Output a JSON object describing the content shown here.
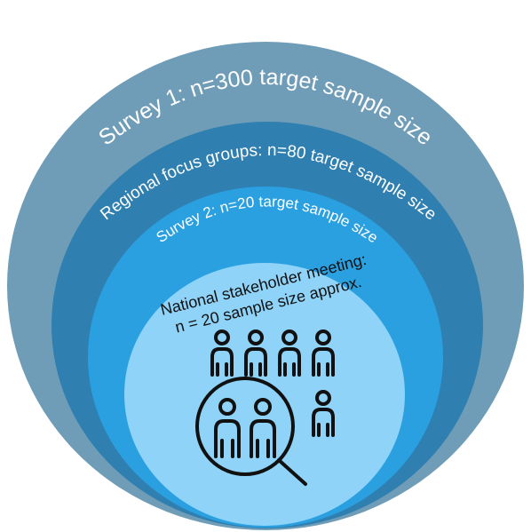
{
  "rings": [
    {
      "label": "Survey 1: n=300 target sample size",
      "color": "#6f9db8"
    },
    {
      "label": "Regional focus groups: n=80 target sample size",
      "color": "#2f7fb0"
    },
    {
      "label": "Survey 2: n=20 target sample size",
      "color": "#2aa0e0"
    },
    {
      "label_lines": [
        "National stakeholder meeting:",
        "n = 20 sample size approx."
      ],
      "color": "#8fd3f8"
    }
  ],
  "icon": {
    "name": "people-magnifier-icon",
    "stroke": "#111111"
  }
}
